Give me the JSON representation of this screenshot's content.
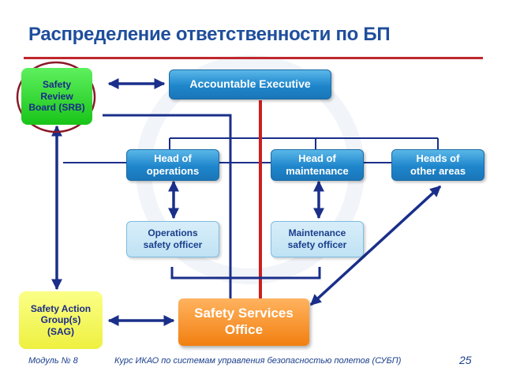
{
  "title": "Распределение ответственности по БП",
  "colors": {
    "title": "#1f4e9c",
    "rule": "#c0272d",
    "connector": "#1a2f8a",
    "emphasis_line": "#cc1f1f"
  },
  "boxes": {
    "srb": "Safety\nReview\nBoard (SRB)",
    "accountable_executive": "Accountable Executive",
    "head_operations": "Head of\noperations",
    "head_maintenance": "Head of\nmaintenance",
    "heads_other": "Heads of\nother areas",
    "ops_safety_officer": "Operations\nsafety officer",
    "maint_safety_officer": "Maintenance\nsafety officer",
    "sag": "Safety Action\nGroup(s)\n(SAG)",
    "sso": "Safety Services\nOffice"
  },
  "footer": {
    "module": "Модуль № 8",
    "course": "Курс ИКАО по системам управления безопасностью полетов (СУБП)",
    "page": "25"
  }
}
